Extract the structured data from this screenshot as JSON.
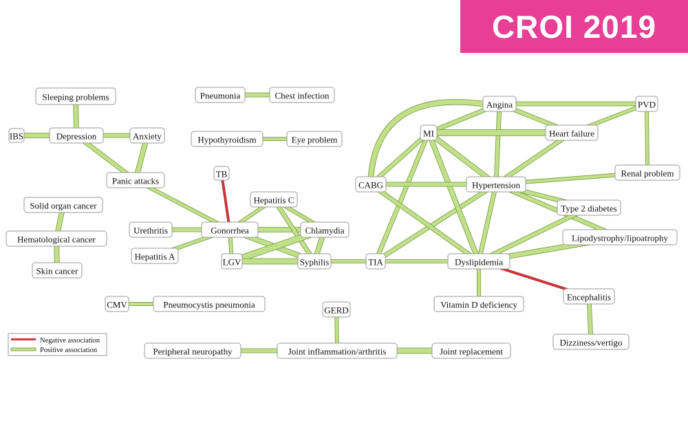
{
  "badge": {
    "text": "CROI 2019"
  },
  "legend": {
    "negative": "Negative association",
    "positive": "Positive association"
  },
  "colors": {
    "positive_fill": "#c2e08a",
    "positive_stroke": "#6f9a3a",
    "negative": "#d9343a",
    "badge": "#e83e96"
  },
  "nodes": [
    {
      "id": "sleeping",
      "label": "Sleeping problems"
    },
    {
      "id": "ibs",
      "label": "IBS"
    },
    {
      "id": "depression",
      "label": "Depression"
    },
    {
      "id": "anxiety",
      "label": "Anxiety"
    },
    {
      "id": "panic",
      "label": "Panic attacks"
    },
    {
      "id": "solid",
      "label": "Solid organ cancer"
    },
    {
      "id": "hemato",
      "label": "Hematological cancer"
    },
    {
      "id": "skin",
      "label": "Skin cancer"
    },
    {
      "id": "pneumonia",
      "label": "Pneumonia"
    },
    {
      "id": "chestinf",
      "label": "Chest infection"
    },
    {
      "id": "hypothy",
      "label": "Hypothyroidism"
    },
    {
      "id": "eye",
      "label": "Eye problem"
    },
    {
      "id": "tb",
      "label": "TB"
    },
    {
      "id": "hepc",
      "label": "Hepatitis C"
    },
    {
      "id": "urethritis",
      "label": "Urethritis"
    },
    {
      "id": "gonorrhea",
      "label": "Gonorrhea"
    },
    {
      "id": "chlamydia",
      "label": "Chlamydia"
    },
    {
      "id": "hepa",
      "label": "Hepatitis A"
    },
    {
      "id": "lgv",
      "label": "LGV"
    },
    {
      "id": "syphilis",
      "label": "Syphilis"
    },
    {
      "id": "tia",
      "label": "TIA"
    },
    {
      "id": "cmv",
      "label": "CMV"
    },
    {
      "id": "pcp",
      "label": "Pneumocystis pneumonia"
    },
    {
      "id": "gerd",
      "label": "GERD"
    },
    {
      "id": "periph",
      "label": "Peripheral neuropathy"
    },
    {
      "id": "joint",
      "label": "Joint inflammation/arthritis"
    },
    {
      "id": "jointrep",
      "label": "Joint replacement"
    },
    {
      "id": "angina",
      "label": "Angina"
    },
    {
      "id": "pvd",
      "label": "PVD"
    },
    {
      "id": "mi",
      "label": "MI"
    },
    {
      "id": "hf",
      "label": "Heart failure"
    },
    {
      "id": "cabg",
      "label": "CABG"
    },
    {
      "id": "htn",
      "label": "Hypertension"
    },
    {
      "id": "renal",
      "label": "Renal problem"
    },
    {
      "id": "t2d",
      "label": "Type 2 diabetes"
    },
    {
      "id": "lipo",
      "label": "Lipodystrophy/lipoatrophy"
    },
    {
      "id": "dyslip",
      "label": "Dyslipidemia"
    },
    {
      "id": "vitd",
      "label": "Vitamin D deficiency"
    },
    {
      "id": "enceph",
      "label": "Encephalitis"
    },
    {
      "id": "dizzy",
      "label": "Dizziness/vertigo"
    }
  ],
  "edges": [
    {
      "a": "sleeping",
      "b": "depression",
      "type": "positive",
      "w": 7
    },
    {
      "a": "ibs",
      "b": "depression",
      "type": "positive",
      "w": 7
    },
    {
      "a": "depression",
      "b": "anxiety",
      "type": "positive",
      "w": 6
    },
    {
      "a": "depression",
      "b": "panic",
      "type": "positive",
      "w": 6
    },
    {
      "a": "anxiety",
      "b": "panic",
      "type": "positive",
      "w": 7
    },
    {
      "a": "panic",
      "b": "gonorrhea",
      "type": "positive",
      "w": 5
    },
    {
      "a": "solid",
      "b": "hemato",
      "type": "positive",
      "w": 7
    },
    {
      "a": "hemato",
      "b": "skin",
      "type": "positive",
      "w": 7
    },
    {
      "a": "pneumonia",
      "b": "chestinf",
      "type": "positive",
      "w": 6
    },
    {
      "a": "hypothy",
      "b": "eye",
      "type": "positive",
      "w": 5
    },
    {
      "a": "tb",
      "b": "gonorrhea",
      "type": "negative",
      "w": 3
    },
    {
      "a": "hepc",
      "b": "gonorrhea",
      "type": "positive",
      "w": 5
    },
    {
      "a": "hepc",
      "b": "chlamydia",
      "type": "positive",
      "w": 5
    },
    {
      "a": "urethritis",
      "b": "gonorrhea",
      "type": "positive",
      "w": 6
    },
    {
      "a": "gonorrhea",
      "b": "chlamydia",
      "type": "positive",
      "w": 7
    },
    {
      "a": "gonorrhea",
      "b": "hepa",
      "type": "positive",
      "w": 5
    },
    {
      "a": "gonorrhea",
      "b": "lgv",
      "type": "positive",
      "w": 5
    },
    {
      "a": "gonorrhea",
      "b": "syphilis",
      "type": "positive",
      "w": 7
    },
    {
      "a": "hepc",
      "b": "syphilis",
      "type": "positive",
      "w": 6
    },
    {
      "a": "chlamydia",
      "b": "lgv",
      "type": "positive",
      "w": 9
    },
    {
      "a": "chlamydia",
      "b": "syphilis",
      "type": "positive",
      "w": 7
    },
    {
      "a": "lgv",
      "b": "syphilis",
      "type": "positive",
      "w": 8
    },
    {
      "a": "syphilis",
      "b": "tia",
      "type": "positive",
      "w": 5
    },
    {
      "a": "tia",
      "b": "dyslip",
      "type": "positive",
      "w": 5
    },
    {
      "a": "tia",
      "b": "htn",
      "type": "positive",
      "w": 6
    },
    {
      "a": "tia",
      "b": "mi",
      "type": "positive",
      "w": 6
    },
    {
      "a": "cmv",
      "b": "pcp",
      "type": "positive",
      "w": 5
    },
    {
      "a": "gerd",
      "b": "joint",
      "type": "positive",
      "w": 5
    },
    {
      "a": "periph",
      "b": "joint",
      "type": "positive",
      "w": 6
    },
    {
      "a": "joint",
      "b": "jointrep",
      "type": "positive",
      "w": 8
    },
    {
      "a": "angina",
      "b": "pvd",
      "type": "positive",
      "w": 6
    },
    {
      "a": "angina",
      "b": "mi",
      "type": "positive",
      "w": 6
    },
    {
      "a": "angina",
      "b": "hf",
      "type": "positive",
      "w": 6
    },
    {
      "a": "angina",
      "b": "htn",
      "type": "positive",
      "w": 6
    },
    {
      "a": "mi",
      "b": "hf",
      "type": "positive",
      "w": 9
    },
    {
      "a": "mi",
      "b": "cabg",
      "type": "positive",
      "w": 6
    },
    {
      "a": "mi",
      "b": "htn",
      "type": "positive",
      "w": 7
    },
    {
      "a": "mi",
      "b": "dyslip",
      "type": "positive",
      "w": 7
    },
    {
      "a": "pvd",
      "b": "hf",
      "type": "positive",
      "w": 5
    },
    {
      "a": "pvd",
      "b": "renal",
      "type": "positive",
      "w": 5
    },
    {
      "a": "hf",
      "b": "htn",
      "type": "positive",
      "w": 6
    },
    {
      "a": "cabg",
      "b": "htn",
      "type": "positive",
      "w": 6
    },
    {
      "a": "cabg",
      "b": "dyslip",
      "type": "positive",
      "w": 6
    },
    {
      "a": "htn",
      "b": "renal",
      "type": "positive",
      "w": 5
    },
    {
      "a": "htn",
      "b": "t2d",
      "type": "positive",
      "w": 6
    },
    {
      "a": "htn",
      "b": "lipo",
      "type": "positive",
      "w": 6
    },
    {
      "a": "htn",
      "b": "dyslip",
      "type": "positive",
      "w": 6
    },
    {
      "a": "dyslip",
      "b": "t2d",
      "type": "positive",
      "w": 6
    },
    {
      "a": "dyslip",
      "b": "lipo",
      "type": "positive",
      "w": 7
    },
    {
      "a": "dyslip",
      "b": "vitd",
      "type": "positive",
      "w": 5
    },
    {
      "a": "dyslip",
      "b": "enceph",
      "type": "negative",
      "w": 3
    },
    {
      "a": "enceph",
      "b": "dizzy",
      "type": "positive",
      "w": 6
    },
    {
      "a": "cabg",
      "b": "angina",
      "type": "positive",
      "w": 7,
      "curve": true
    }
  ]
}
